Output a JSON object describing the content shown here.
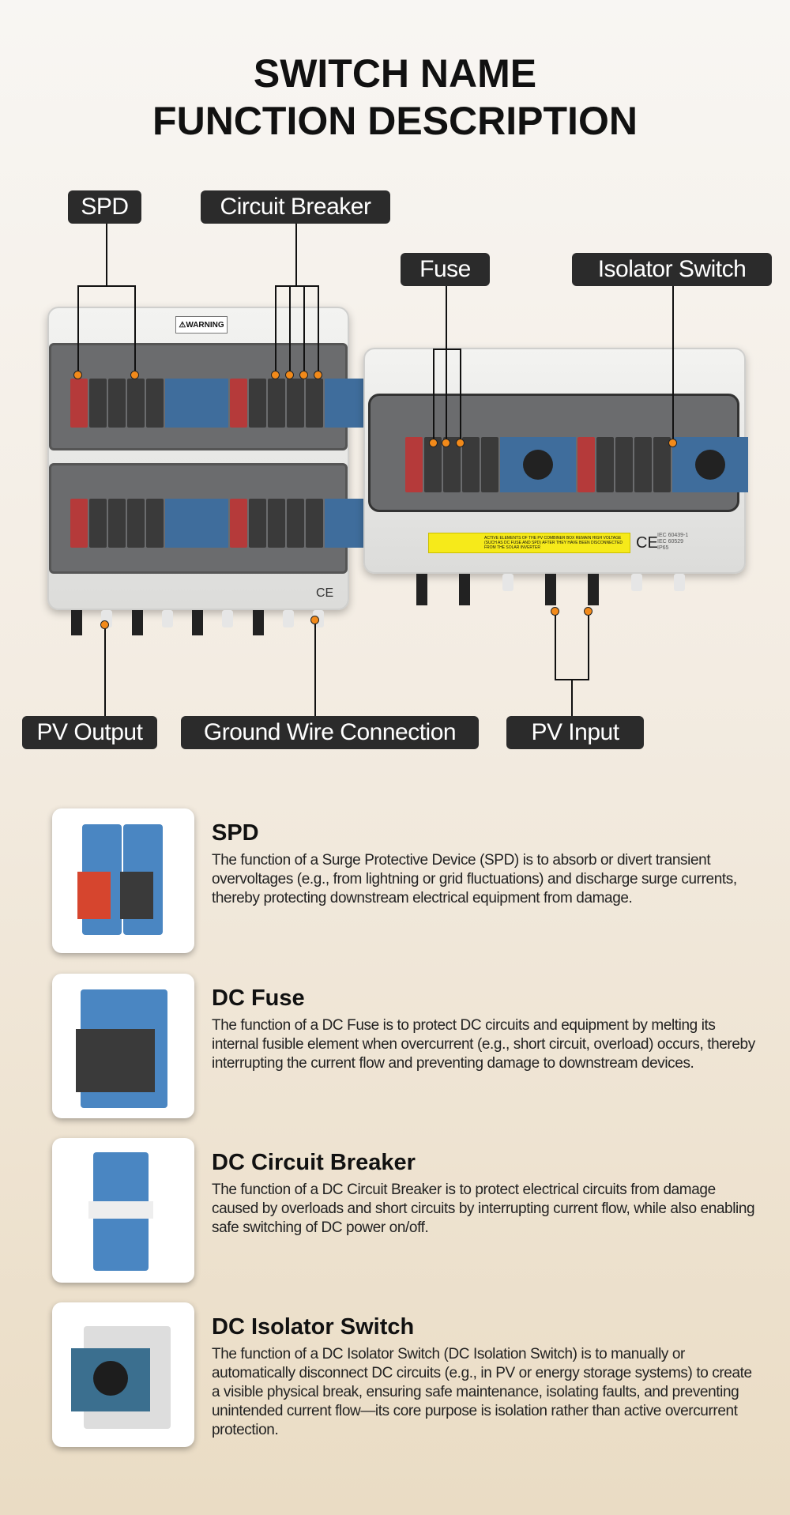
{
  "title": {
    "line1": "SWITCH NAME",
    "line2": "FUNCTION DESCRIPTION"
  },
  "callouts": {
    "spd": "SPD",
    "circuit_breaker": "Circuit Breaker",
    "fuse": "Fuse",
    "isolator_switch": "Isolator Switch",
    "pv_output": "PV Output",
    "ground_wire": "Ground Wire Connection",
    "pv_input": "PV Input"
  },
  "left_box": {
    "warning_label": "WARNING",
    "ce_mark": "CE"
  },
  "right_box": {
    "warning_text": "ACTIVE ELEMENTS OF THE PV COMBINER BOX REMAIN HIGH VOLTAGE (SUCH AS DC FUSE AND SPD) AFTER THEY HAVE BEEN DISCONNECTED FROM THE SOLAR INVERTER",
    "ce_mark": "CE",
    "standards": [
      "IEC 60439-1",
      "IEC 60529",
      "IP65"
    ]
  },
  "items": [
    {
      "name": "SPD",
      "description": "The function of a Surge Protective Device (SPD) is to absorb or divert transient overvoltages (e.g., from lightning or grid fluctuations) and discharge surge currents, thereby protecting downstream electrical equipment from damage."
    },
    {
      "name": "DC Fuse",
      "description": "The function of a DC Fuse is to protect DC circuits and equipment by melting its internal fusible element when overcurrent (e.g., short circuit, overload) occurs, thereby interrupting the current flow and preventing damage to downstream devices."
    },
    {
      "name": "DC Circuit Breaker",
      "description": "The function of a DC Circuit Breaker is to protect electrical circuits from damage caused by overloads and short circuits by interrupting current flow, while also enabling safe switching of DC power on/off."
    },
    {
      "name": "DC Isolator Switch",
      "description": "The function of a DC Isolator Switch (DC Isolation Switch) is to manually or automatically disconnect DC circuits (e.g., in PV or energy storage systems) to create a visible physical break, ensuring safe maintenance, isolating faults, and preventing unintended current flow—its core purpose is isolation rather than active overcurrent protection."
    }
  ],
  "colors": {
    "accent": "#f28a1a",
    "label_bg": "#2b2b2b"
  }
}
